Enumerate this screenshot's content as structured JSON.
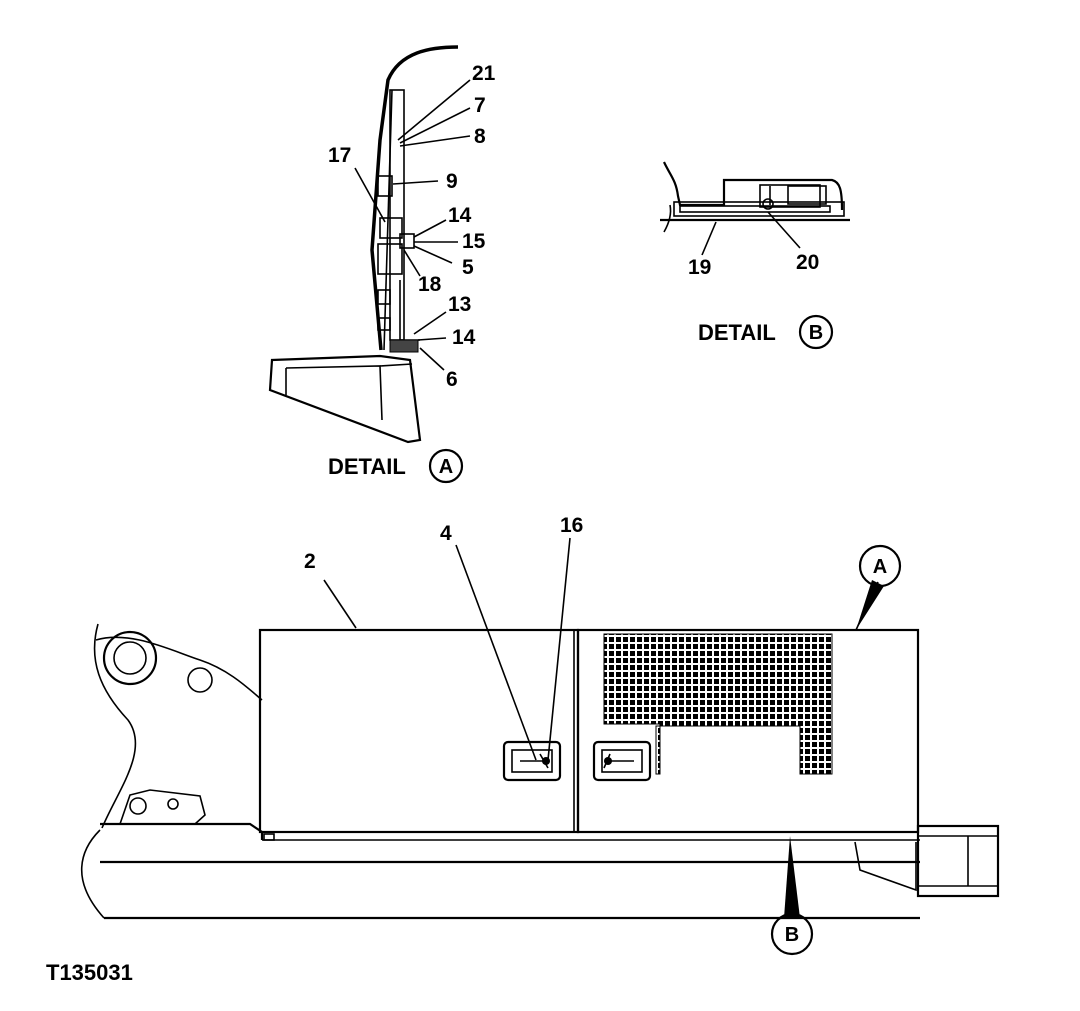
{
  "figure_id": "T135031",
  "detail_a": {
    "title": "DETAIL",
    "letter": "A",
    "callouts": [
      "21",
      "7",
      "8",
      "17",
      "9",
      "14",
      "15",
      "5",
      "18",
      "13",
      "14",
      "6"
    ]
  },
  "detail_b": {
    "title": "DETAIL",
    "letter": "B",
    "callouts": [
      "19",
      "20"
    ]
  },
  "main_view": {
    "callouts": [
      "2",
      "4",
      "16"
    ],
    "view_markers": [
      "A",
      "B"
    ]
  },
  "colors": {
    "ink": "#000000",
    "paper": "#ffffff"
  }
}
